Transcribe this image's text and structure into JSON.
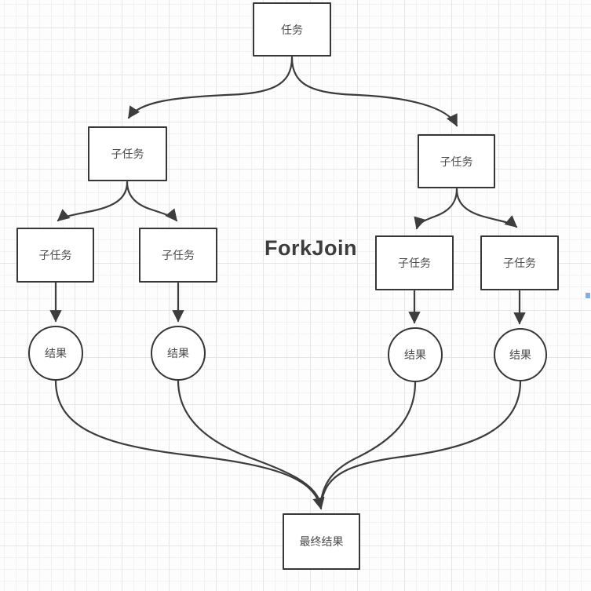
{
  "canvas": {
    "title_label": "ForkJoin"
  },
  "nodes": {
    "root": {
      "label": "任务",
      "shape": "rect"
    },
    "fork_left": {
      "label": "子任务",
      "shape": "rect"
    },
    "fork_right": {
      "label": "子任务",
      "shape": "rect"
    },
    "leaf_1": {
      "label": "子任务",
      "shape": "rect"
    },
    "leaf_2": {
      "label": "子任务",
      "shape": "rect"
    },
    "leaf_3": {
      "label": "子任务",
      "shape": "rect"
    },
    "leaf_4": {
      "label": "子任务",
      "shape": "rect"
    },
    "result_1": {
      "label": "结果",
      "shape": "circle"
    },
    "result_2": {
      "label": "结果",
      "shape": "circle"
    },
    "result_3": {
      "label": "结果",
      "shape": "circle"
    },
    "result_4": {
      "label": "结果",
      "shape": "circle"
    },
    "final": {
      "label": "最终结果",
      "shape": "rect"
    }
  },
  "colors": {
    "edge_stroke": "#3d3d3d",
    "node_border": "#373737",
    "node_fill": "#ffffff",
    "label_text": "#4a4a4a",
    "title_text": "#3d3d3d",
    "grid_minor": "#f2f2f2",
    "grid_major": "#e6e6e6",
    "artifact_blue": "#6aa2e0"
  }
}
